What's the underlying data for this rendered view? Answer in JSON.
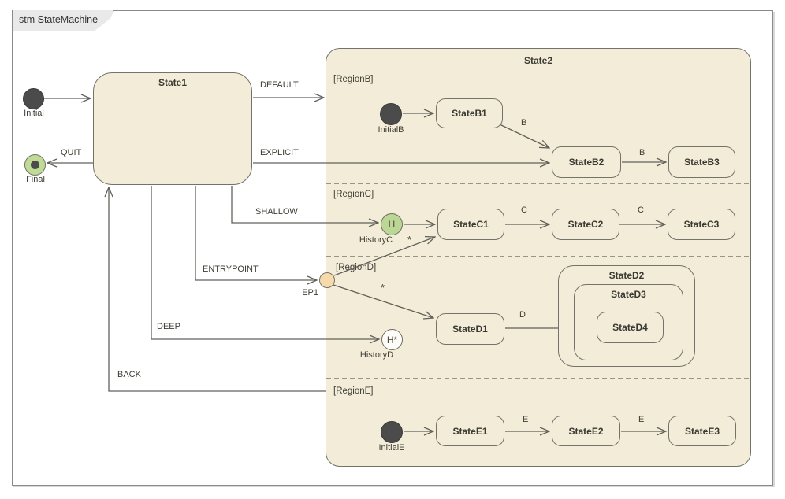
{
  "frame": {
    "title": "stm StateMachine"
  },
  "colors": {
    "state_fill": "#f3ecd8",
    "state_border": "#73736b",
    "line": "#60605a",
    "initial_fill": "#4b4b4b",
    "final_fill": "#bfdb96",
    "shallow_history_fill": "#bcd795",
    "deep_history_fill": "#fdfcf8",
    "entrypoint_fill": "#f6daac",
    "frame_tab_fill": "#e9e9e9"
  },
  "state1": {
    "name": "State1"
  },
  "state2": {
    "name": "State2"
  },
  "regions": {
    "b": "[RegionB]",
    "c": "[RegionC]",
    "d": "[RegionD]",
    "e": "[RegionE]"
  },
  "states": {
    "b1": "StateB1",
    "b2": "StateB2",
    "b3": "StateB3",
    "c1": "StateC1",
    "c2": "StateC2",
    "c3": "StateC3",
    "d1": "StateD1",
    "d2": "StateD2",
    "d3": "StateD3",
    "d4": "StateD4",
    "e1": "StateE1",
    "e2": "StateE2",
    "e3": "StateE3"
  },
  "pseudo": {
    "initial": "Initial",
    "final": "Final",
    "initial_b": "InitialB",
    "initial_e": "InitialE",
    "history_c": "HistoryC",
    "history_d": "HistoryD",
    "ep1": "EP1",
    "shallow_glyph": "H",
    "deep_glyph": "H*"
  },
  "transitions": {
    "default": "DEFAULT",
    "explicit": "EXPLICIT",
    "quit": "QUIT",
    "shallow": "SHALLOW",
    "entrypoint": "ENTRYPOINT",
    "deep": "DEEP",
    "back": "BACK",
    "b_b1b2": "B",
    "b_b2b3": "B",
    "c_c1c2": "C",
    "c_c2c3": "C",
    "d_d1d4": "D",
    "e_e1e2": "E",
    "e_e2e3": "E",
    "star_c": "*",
    "star_d": "*"
  }
}
